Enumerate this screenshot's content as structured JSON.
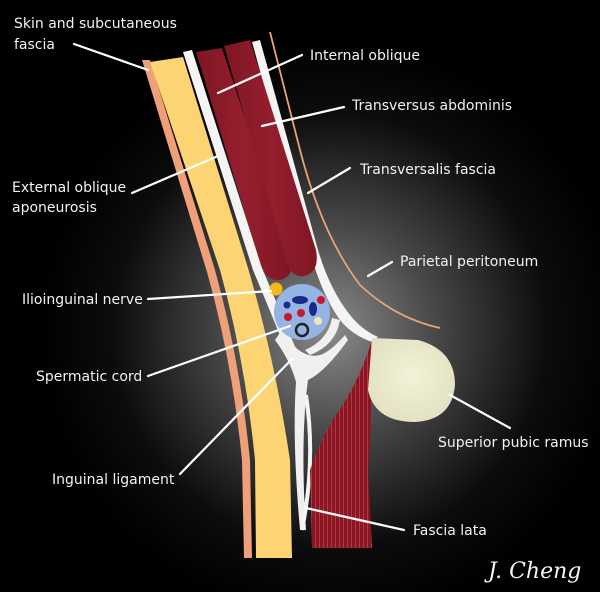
{
  "diagram": {
    "subject": "Sagittal section of the inguinal canal",
    "labels": {
      "skin": [
        "Skin and subcutaneous",
        "fascia"
      ],
      "external_oblique": [
        "External oblique",
        "aponeurosis"
      ],
      "internal_oblique": "Internal oblique",
      "transversus_abdominis": "Transversus abdominis",
      "transversalis_fascia": "Transversalis fascia",
      "parietal_peritoneum": "Parietal peritoneum",
      "ilioinguinal_nerve": "Ilioinguinal nerve",
      "spermatic_cord": "Spermatic cord",
      "inguinal_ligament": "Inguinal ligament",
      "superior_pubic_ramus": "Superior pubic ramus",
      "fascia_lata": "Fascia lata"
    },
    "signature": "J. Cheng",
    "colors": {
      "background": "#000000",
      "glow": "#7a7a7a",
      "skin": "#f0a078",
      "subcutaneous": "#fcd474",
      "fascia": "#f4f4f4",
      "muscle": "#8e1c2a",
      "peritoneum": "#e8a278",
      "cord": "#94b4e4",
      "nerve": "#f4b818",
      "bone": "#eceacc",
      "artery": "#c8182c",
      "vein": "#1a2a8c"
    }
  }
}
